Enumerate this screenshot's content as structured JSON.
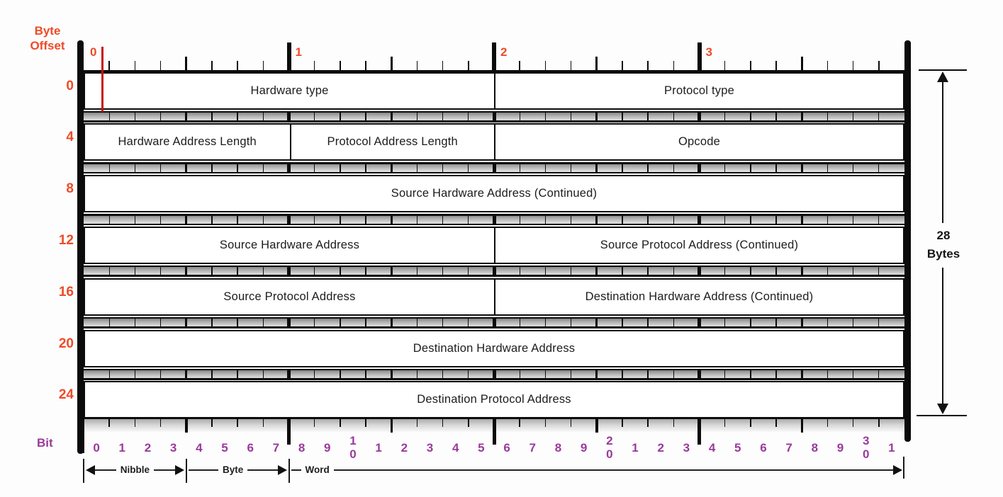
{
  "header": {
    "byte_offset_label": "Byte\nOffset"
  },
  "top_ruler": {
    "byte_labels": [
      "0",
      "1",
      "2",
      "3"
    ]
  },
  "rows": [
    {
      "offset": "0",
      "fields": [
        {
          "label": "Hardware type",
          "bits": 16
        },
        {
          "label": "Protocol type",
          "bits": 16
        }
      ]
    },
    {
      "offset": "4",
      "fields": [
        {
          "label": "Hardware Address Length",
          "bits": 8
        },
        {
          "label": "Protocol Address Length",
          "bits": 8
        },
        {
          "label": "Opcode",
          "bits": 16
        }
      ]
    },
    {
      "offset": "8",
      "fields": [
        {
          "label": "Source Hardware Address (Continued)",
          "bits": 32
        }
      ]
    },
    {
      "offset": "12",
      "fields": [
        {
          "label": "Source Hardware Address",
          "bits": 16
        },
        {
          "label": "Source Protocol Address (Continued)",
          "bits": 16
        }
      ]
    },
    {
      "offset": "16",
      "fields": [
        {
          "label": "Source Protocol Address",
          "bits": 16
        },
        {
          "label": "Destination Hardware Address (Continued)",
          "bits": 16
        }
      ]
    },
    {
      "offset": "20",
      "fields": [
        {
          "label": "Destination Hardware Address",
          "bits": 32
        }
      ]
    },
    {
      "offset": "24",
      "fields": [
        {
          "label": "Destination Protocol Address",
          "bits": 32
        }
      ]
    }
  ],
  "bit_ruler": {
    "label": "Bit",
    "bit_labels": [
      "0",
      "1",
      "2",
      "3",
      "4",
      "5",
      "6",
      "7",
      "8",
      "9",
      "1\n0",
      "1",
      "2",
      "3",
      "4",
      "5",
      "6",
      "7",
      "8",
      "9",
      "2\n0",
      "1",
      "2",
      "3",
      "4",
      "5",
      "6",
      "7",
      "8",
      "9",
      "3\n0",
      "1"
    ]
  },
  "spans": [
    {
      "label": "Nibble",
      "from_bit": 0,
      "to_bit": 4,
      "left_arrow": true,
      "right_arrow": true
    },
    {
      "label": "Byte",
      "from_bit": 4,
      "to_bit": 8,
      "left_arrow": false,
      "right_arrow": true
    },
    {
      "label": "Word",
      "from_bit": 8,
      "to_bit": 32,
      "left_arrow": false,
      "right_arrow": true
    }
  ],
  "size_annotation": {
    "label": "28\nBytes"
  },
  "colors": {
    "offset_accent": "#ee4b28",
    "bit_accent": "#9a3a9a",
    "marker_red": "#c51111",
    "structure": "#0d0d0d"
  }
}
